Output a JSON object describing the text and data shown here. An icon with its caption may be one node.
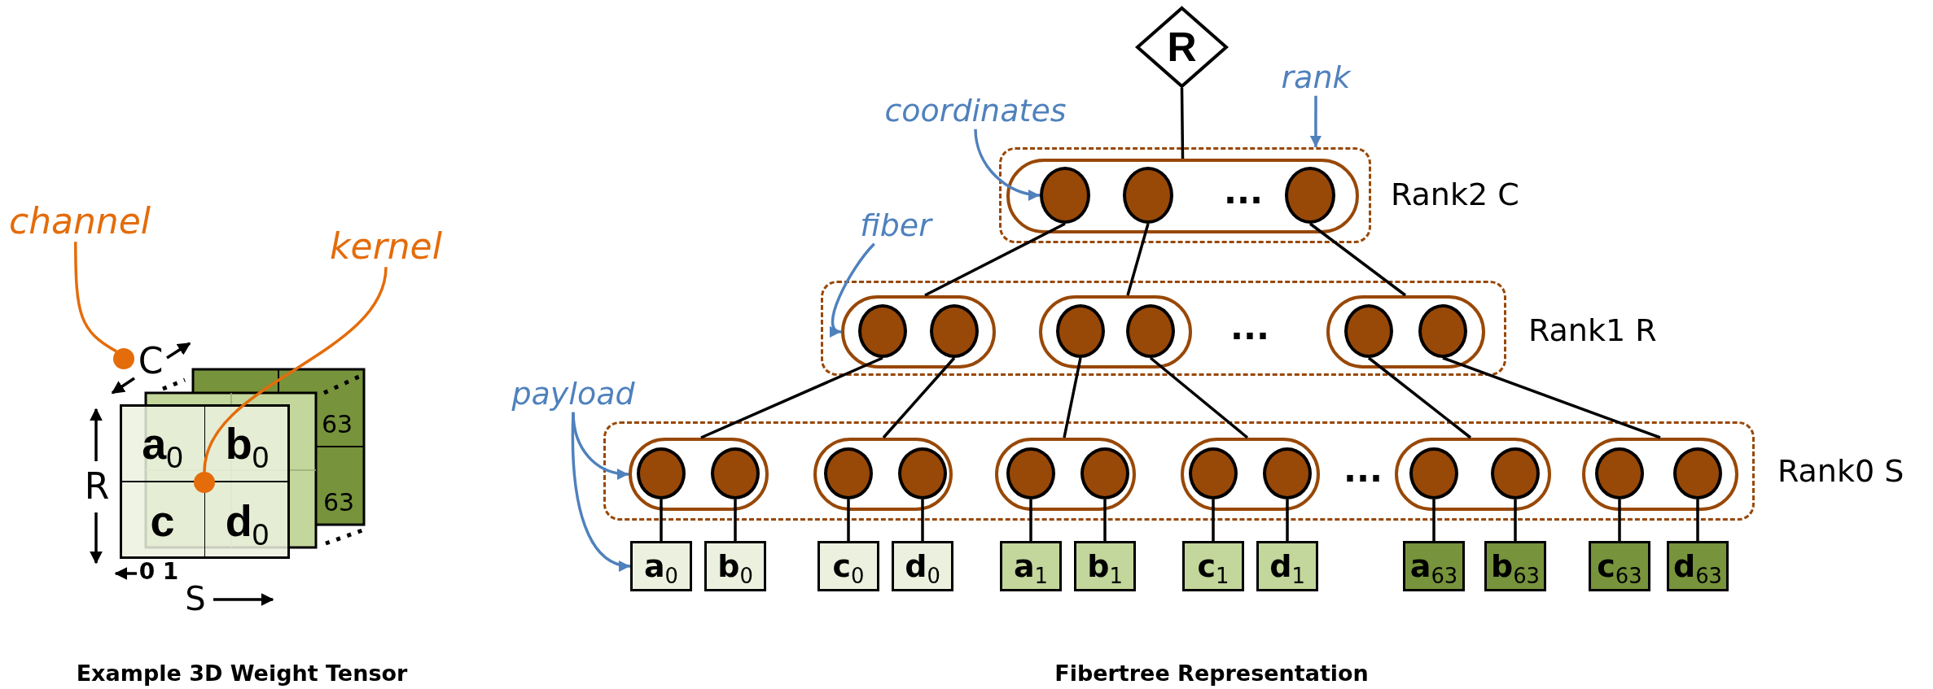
{
  "diagram": {
    "nodes": [
      {
        "text": [
          "channel"
        ]
      },
      {
        "text": [
          "kernel"
        ]
      },
      {
        "text": [],
        "shape": "box"
      },
      {
        "text": [
          "a$_{0}$"
        ],
        "in": 2
      },
      {
        "text": [
          "b$_{0}$"
        ],
        "in": 2
      },
      {
        "text": [
          "c"
        ],
        "in": 2
      },
      {
        "text": [
          "d$_{0}$"
        ],
        "in": 2
      },
      {
        "text": [
          "R"
        ]
      },
      {
        "text": [],
        "shape": "box",
        "beside": [
          "Rank2 C"
        ]
      },
      {
        "text": [],
        "shape": "box",
        "in": 8
      },
      {
        "text": [],
        "shape": "circle",
        "in": 9
      },
      {
        "text": [],
        "shape": "circle",
        "in": 9
      },
      {
        "text": [],
        "shape": "circle",
        "in": 9
      },
      {
        "text": [],
        "shape": "box",
        "beside": [
          "Rank1 R"
        ]
      },
      {
        "text": [],
        "shape": "box",
        "in": 13
      },
      {
        "text": [],
        "shape": "circle",
        "in": 14
      },
      {
        "text": [],
        "shape": "circle",
        "in": 14
      },
      {
        "text": [],
        "shape": "box",
        "in": 13
      },
      {
        "text": [],
        "shape": "circle",
        "in": 17
      },
      {
        "text": [],
        "shape": "circle",
        "in": 17
      },
      {
        "text": [],
        "shape": "box",
        "in": 13
      },
      {
        "text": [],
        "shape": "circle",
        "in": 20
      },
      {
        "text": [],
        "shape": "circle",
        "in": 20
      },
      {
        "text": [],
        "shape": "box",
        "beside": [
          "Rank0 S"
        ]
      },
      {
        "text": [],
        "shape": "box",
        "in": 23
      },
      {
        "text": [],
        "shape": "circle",
        "in": 24
      },
      {
        "text": [],
        "shape": "circle",
        "in": 24
      },
      {
        "text": [],
        "shape": "box",
        "in": 23
      },
      {
        "text": [],
        "shape": "circle",
        "in": 27
      },
      {
        "text": [],
        "shape": "circle",
        "in": 27
      },
      {
        "text": [],
        "shape": "box",
        "in": 23
      },
      {
        "text": [],
        "shape": "circle",
        "in": 30
      },
      {
        "text": [],
        "shape": "circle",
        "in": 30
      },
      {
        "text": [],
        "shape": "box",
        "in": 23
      },
      {
        "text": [],
        "shape": "circle",
        "in": 33
      },
      {
        "text": [],
        "shape": "circle",
        "in": 33
      },
      {
        "text": [],
        "shape": "box",
        "in": 23
      },
      {
        "text": [],
        "shape": "circle",
        "in": 36
      },
      {
        "text": [],
        "shape": "circle",
        "in": 36
      },
      {
        "text": [],
        "shape": "box",
        "in": 23
      },
      {
        "text": [],
        "shape": "circle",
        "in": 39
      },
      {
        "text": [],
        "shape": "circle",
        "in": 39
      },
      {
        "text": [
          "a$_{0}$"
        ]
      },
      {
        "text": [
          "b$_{0}$"
        ]
      },
      {
        "text": [
          "c$_{0}$"
        ]
      },
      {
        "text": [
          "d$_{0}$"
        ]
      },
      {
        "text": [
          "a$_{1}$"
        ]
      },
      {
        "text": [
          "b$_{1}$"
        ]
      },
      {
        "text": [
          "c$_{1}$"
        ]
      },
      {
        "text": [
          "d$_{1}$"
        ]
      },
      {
        "text": [
          "a$_{63}$"
        ]
      },
      {
        "text": [
          "b$_{63}$"
        ]
      },
      {
        "text": [
          "c$_{63}$"
        ]
      },
      {
        "text": [
          "d$_{63}$"
        ]
      },
      {
        "text": [
          "coordinates"
        ]
      },
      {
        "text": [
          "fiber"
        ]
      },
      {
        "text": [
          "payload"
        ]
      },
      {
        "text": [
          "rank"
        ]
      },
      {
        "text": [],
        "shape": "circle"
      },
      {
        "text": [],
        "shape": "circle",
        "in": 2
      }
    ],
    "edges": [
      {
        "from": 0,
        "to": 58,
        "arrow": "none",
        "color": "#e46c0a"
      },
      {
        "from": 1,
        "to": 59,
        "arrow": "none",
        "color": "#e46c0a"
      },
      {
        "from": 7,
        "to": 9,
        "arrow": "none"
      },
      {
        "from": 10,
        "to": 14,
        "arrow": "none"
      },
      {
        "from": 11,
        "to": 17,
        "arrow": "none"
      },
      {
        "from": 12,
        "to": 20,
        "arrow": "none"
      },
      {
        "from": 15,
        "to": 24,
        "arrow": "none"
      },
      {
        "from": 16,
        "to": 27,
        "arrow": "none"
      },
      {
        "from": 18,
        "to": 30,
        "arrow": "none"
      },
      {
        "from": 19,
        "to": 33,
        "arrow": "none"
      },
      {
        "from": 21,
        "to": 36,
        "arrow": "none"
      },
      {
        "from": 22,
        "to": 39,
        "arrow": "none"
      },
      {
        "from": 25,
        "to": 42,
        "arrow": "none"
      },
      {
        "from": 26,
        "to": 43,
        "arrow": "none"
      },
      {
        "from": 28,
        "to": 44,
        "arrow": "none"
      },
      {
        "from": 29,
        "to": 45,
        "arrow": "none"
      },
      {
        "from": 31,
        "to": 46,
        "arrow": "none"
      },
      {
        "from": 32,
        "to": 47,
        "arrow": "none"
      },
      {
        "from": 34,
        "to": 48,
        "arrow": "none"
      },
      {
        "from": 35,
        "to": 49,
        "arrow": "none"
      },
      {
        "from": 37,
        "to": 50,
        "arrow": "none"
      },
      {
        "from": 38,
        "to": 51,
        "arrow": "none"
      },
      {
        "from": 40,
        "to": 52,
        "arrow": "none"
      },
      {
        "from": 41,
        "to": 53,
        "arrow": "none"
      },
      {
        "from": 54,
        "to": 10,
        "arrow": "to",
        "color": "#4f81bd"
      },
      {
        "from": 55,
        "to": 14,
        "arrow": "to",
        "color": "#4f81bd"
      },
      {
        "from": 56,
        "to": 24,
        "arrow": "to",
        "color": "#4f81bd"
      },
      {
        "from": 56,
        "to": 42,
        "arrow": "to",
        "color": "#4f81bd"
      },
      {
        "from": 57,
        "to": 8,
        "arrow": "to",
        "color": "#4f81bd"
      }
    ],
    "labels": [
      "C",
      "R",
      "0 1",
      "S",
      "63",
      "63",
      "...",
      "...",
      "...",
      "Example 3D Weight Tensor",
      "Fibertree Representation"
    ]
  }
}
